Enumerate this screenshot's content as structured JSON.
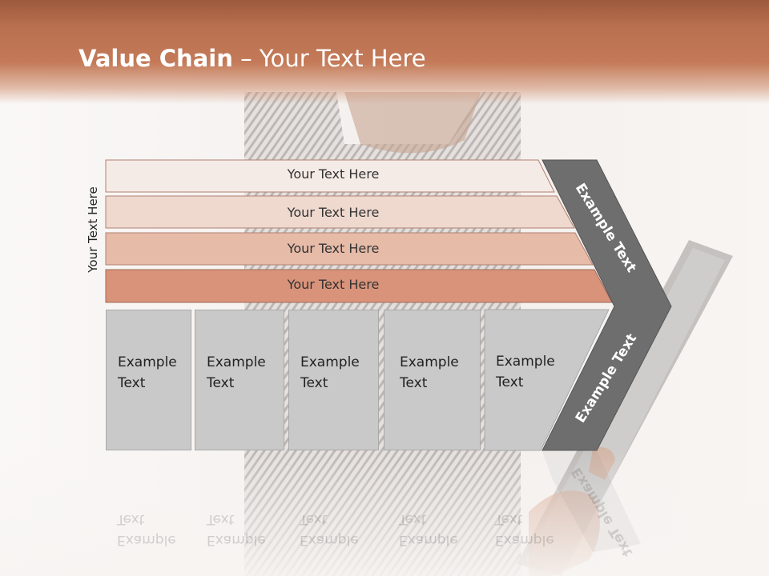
{
  "slide": {
    "title_bold": "Value Chain",
    "title_rest": " – Your Text Here",
    "vertical_label": "Your Text Here",
    "rows": [
      {
        "label": "Your Text Here",
        "color": "#f5ebe6"
      },
      {
        "label": "Your Text Here",
        "color": "#efd9cf"
      },
      {
        "label": "Your Text Here",
        "color": "#e6bba8"
      },
      {
        "label": "Your Text Here",
        "color": "#d9937a"
      }
    ],
    "boxes": [
      {
        "line1": "Example",
        "line2": "Text"
      },
      {
        "line1": "Example",
        "line2": "Text"
      },
      {
        "line1": "Example",
        "line2": "Text"
      },
      {
        "line1": "Example",
        "line2": "Text"
      },
      {
        "line1": "Example",
        "line2": "Text"
      }
    ],
    "chevron_top_label": "Example Text",
    "chevron_bottom_label": "Example Text",
    "colors": {
      "header": "#c47a58",
      "chevron": "#6e6e6e",
      "box": "#c9c9c9"
    }
  }
}
